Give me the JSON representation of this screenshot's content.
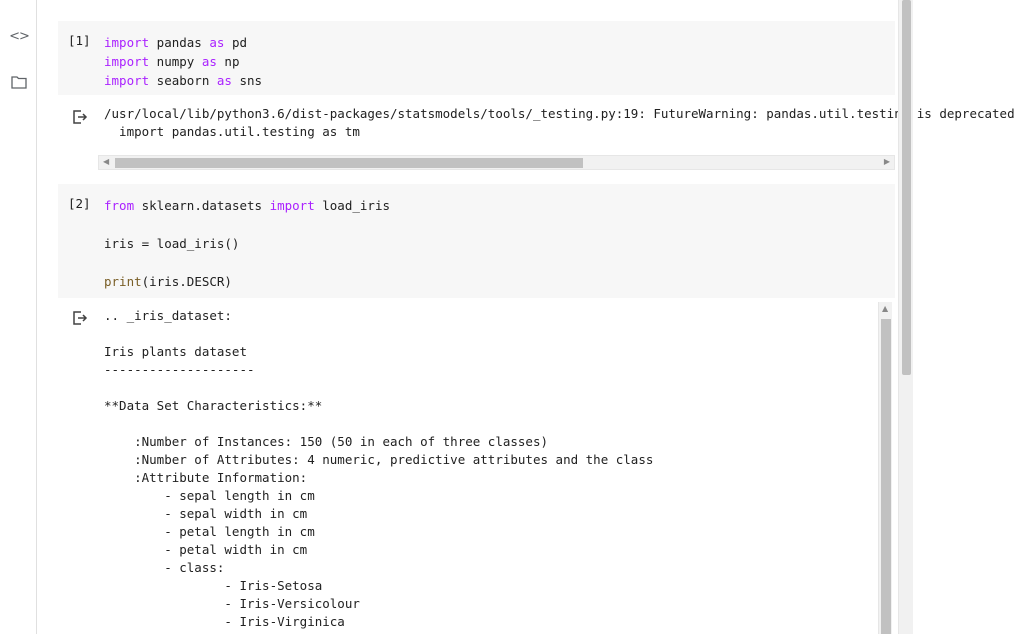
{
  "rail": {
    "code_icon": "code-icon",
    "folder_icon": "folder-icon"
  },
  "cell1": {
    "exec_count": "[1]",
    "lines": [
      {
        "kw": "import",
        "a": " pandas ",
        "kw2": "as",
        "b": " pd"
      },
      {
        "kw": "import",
        "a": " numpy ",
        "kw2": "as",
        "b": " np"
      },
      {
        "kw": "import",
        "a": " seaborn ",
        "kw2": "as",
        "b": " sns"
      }
    ],
    "output_lines": [
      "/usr/local/lib/python3.6/dist-packages/statsmodels/tools/_testing.py:19: FutureWarning: pandas.util.testing is deprecated",
      "  import pandas.util.testing as tm"
    ]
  },
  "cell2": {
    "exec_count": "[2]",
    "line1": {
      "kw": "from",
      "a": " sklearn.datasets ",
      "kw2": "import",
      "b": " load_iris"
    },
    "line2": "iris = load_iris()",
    "line3": {
      "fn": "print",
      "rest": "(iris.DESCR)"
    },
    "output_lines": [
      ".. _iris_dataset:",
      "",
      "Iris plants dataset",
      "--------------------",
      "",
      "**Data Set Characteristics:**",
      "",
      "    :Number of Instances: 150 (50 in each of three classes)",
      "    :Number of Attributes: 4 numeric, predictive attributes and the class",
      "    :Attribute Information:",
      "        - sepal length in cm",
      "        - sepal width in cm",
      "        - petal length in cm",
      "        - petal width in cm",
      "        - class:",
      "                - Iris-Setosa",
      "                - Iris-Versicolour",
      "                - Iris-Virginica"
    ]
  }
}
